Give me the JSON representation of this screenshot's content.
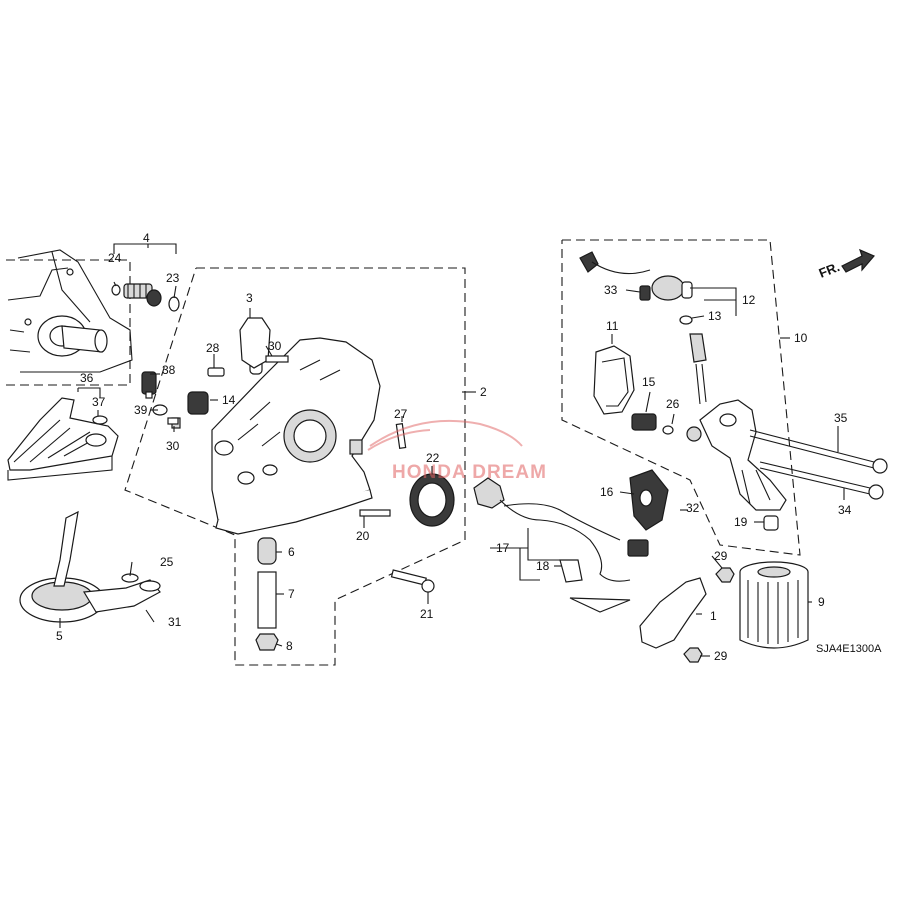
{
  "diagram": {
    "direction_label": "FR.",
    "drawing_code": "SJA4E1300A",
    "watermark": "HONDA DREAM",
    "callouts": [
      "1",
      "2",
      "3",
      "4",
      "5",
      "6",
      "7",
      "8",
      "9",
      "10",
      "11",
      "12",
      "13",
      "14",
      "15",
      "16",
      "17",
      "18",
      "19",
      "20",
      "21",
      "22",
      "23",
      "24",
      "25",
      "26",
      "27",
      "28",
      "29",
      "29",
      "30",
      "30",
      "31",
      "32",
      "33",
      "34",
      "35",
      "36",
      "37",
      "38",
      "39"
    ]
  },
  "colors": {
    "line": "#1a1a1a",
    "watermark": "#e06060",
    "background": "#ffffff"
  }
}
